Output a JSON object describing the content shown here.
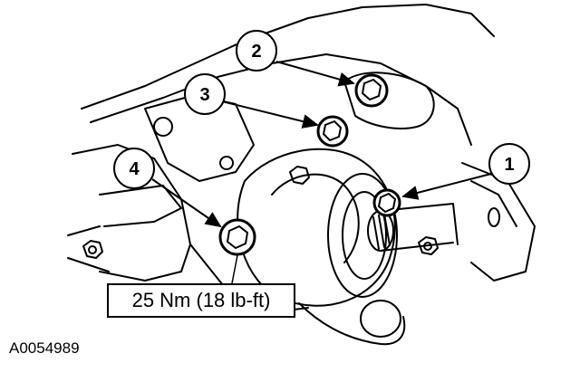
{
  "figure": {
    "id": "A0054989",
    "torque_spec": "25 Nm (18 lb-ft)"
  },
  "callouts": {
    "c1": "1",
    "c2": "2",
    "c3": "3",
    "c4": "4"
  },
  "colors": {
    "line": "#000000",
    "background": "#ffffff"
  }
}
